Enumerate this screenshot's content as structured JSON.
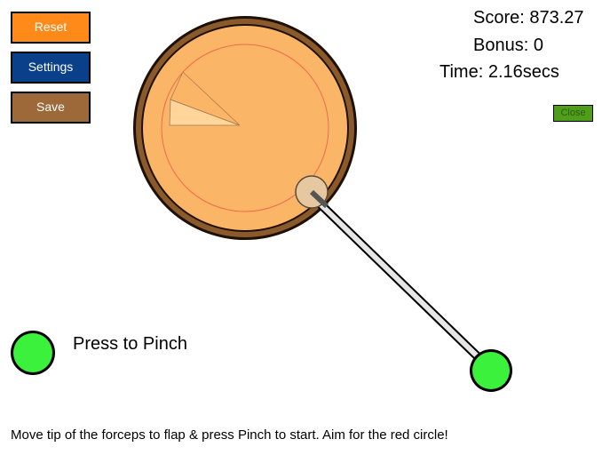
{
  "toolbar": {
    "reset_label": "Reset",
    "settings_label": "Settings",
    "save_label": "Save"
  },
  "hud": {
    "score": "Score: 873.27",
    "bonus": "Bonus: 0",
    "time": "Time: 2.16secs"
  },
  "close_label": "Close",
  "pinch": {
    "label": "Press to Pinch"
  },
  "instructions": "Move tip of the forceps to flap & press Pinch to start. Aim for the red circle!",
  "colors": {
    "reset": "#ff8a1a",
    "settings": "#0a3f8a",
    "save": "#9e6938",
    "close": "#4f9e1a",
    "dish_rim": "#8a5a2b",
    "dish_fill": "#fbb566",
    "target_ring": "#f06a50",
    "flap": "#ffd59a",
    "forceps_tip": "#e6c8a0",
    "pinch_button": "#3cf13c"
  }
}
